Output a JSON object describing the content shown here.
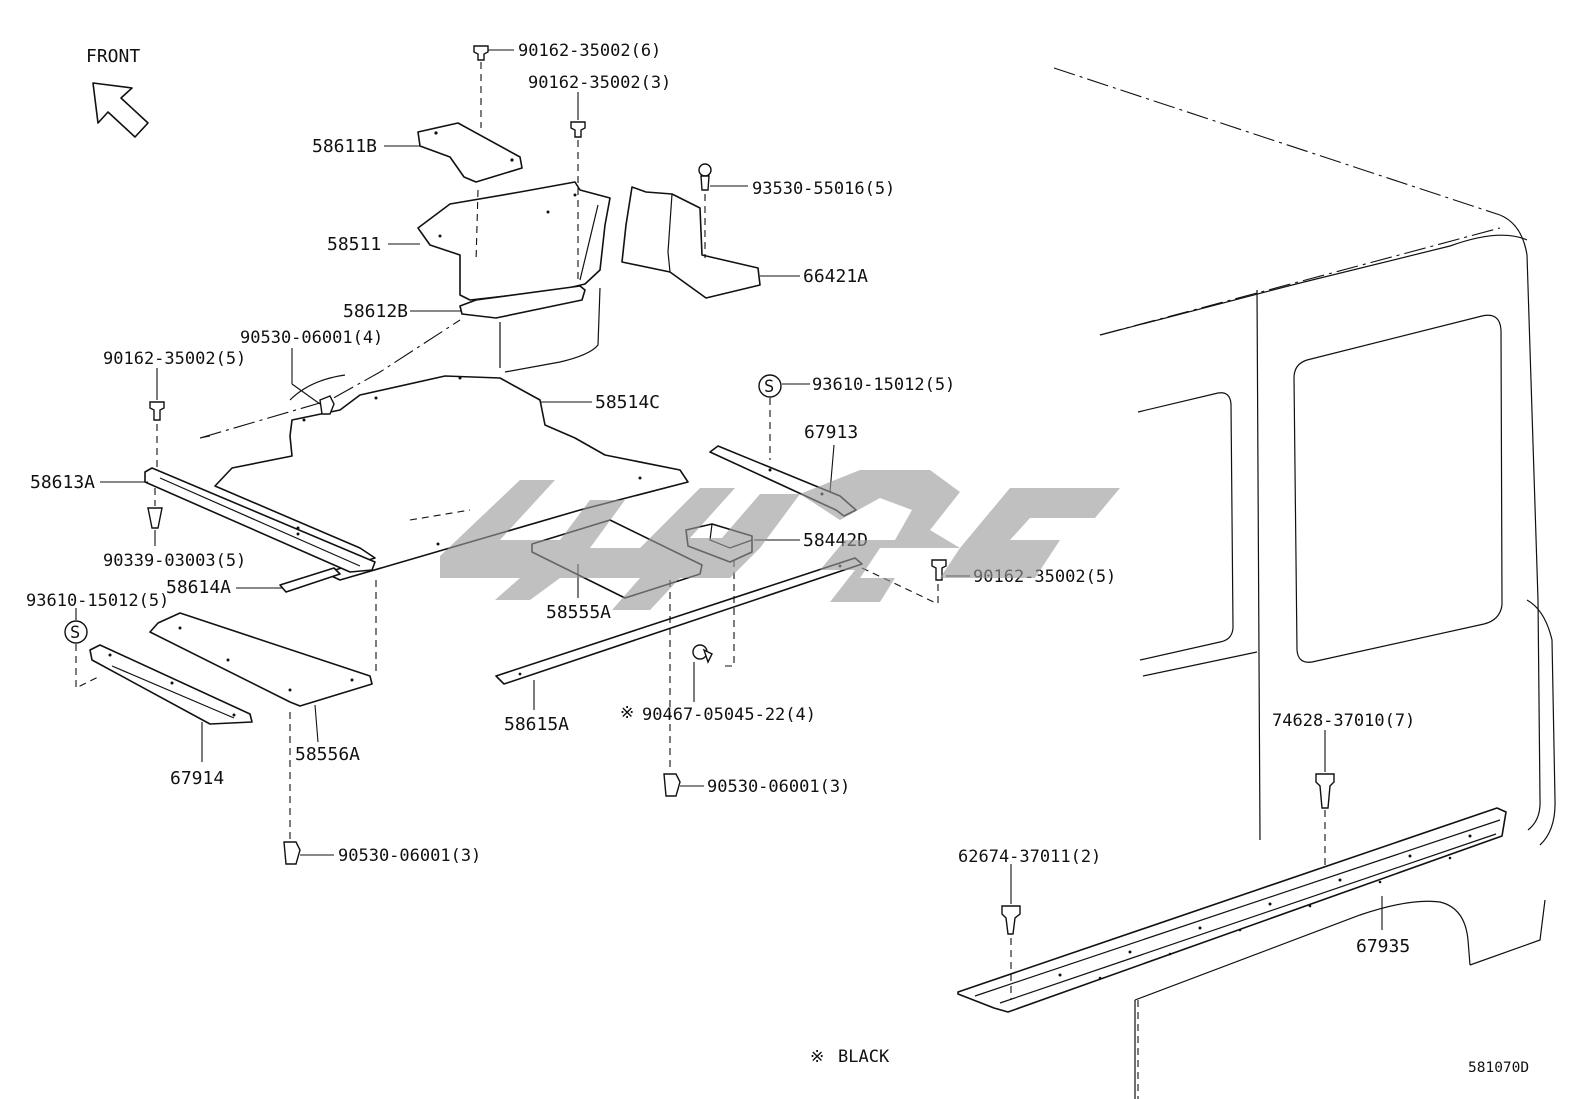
{
  "diagram": {
    "front_label": "FRONT",
    "drawing_code": "581070D",
    "note": {
      "symbol": "※",
      "text": "BLACK"
    },
    "s_symbol": "S",
    "watermark_text": "",
    "parts": {
      "p58611B": "58611B",
      "p58511": "58511",
      "p58612B": "58612B",
      "p66421A": "66421A",
      "p58514C": "58514C",
      "p67913": "67913",
      "p58613A": "58613A",
      "p58614A": "58614A",
      "p58442D": "58442D",
      "p58555A": "58555A",
      "p58556A": "58556A",
      "p67914": "67914",
      "p58615A": "58615A",
      "p67935": "67935"
    },
    "fasteners": {
      "f1": "90162-35002(6)",
      "f2": "90162-35002(3)",
      "f3": "93530-55016(5)",
      "f4": "90530-06001(4)",
      "f5": "90162-35002(5)",
      "f6": "93610-15012(5)",
      "f7": "90339-03003(5)",
      "f8": "93610-15012(5)",
      "f9": "90162-35002(5)",
      "f10": "90467-05045-22(4)",
      "f11": "90530-06001(3)",
      "f12": "90530-06001(3)",
      "f13": "74628-37010(7)",
      "f14": "62674-37011(2)"
    }
  }
}
